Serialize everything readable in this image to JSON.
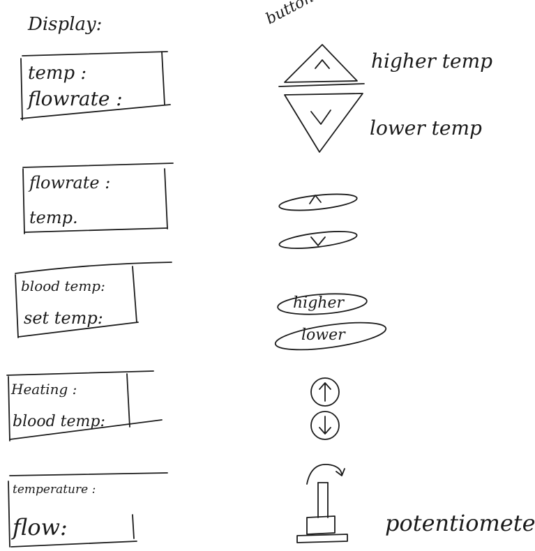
{
  "headings": {
    "display": "Display:",
    "buttons": "buttons:"
  },
  "displays": [
    {
      "line1": "temp :",
      "line2": "flowrate :"
    },
    {
      "line1": "flowrate :",
      "line2": "temp."
    },
    {
      "line1": "blood temp:",
      "line2": "set temp:"
    },
    {
      "line1": "Heating :",
      "line2": "blood temp:"
    },
    {
      "line1": "temperature :",
      "line2": "flow:"
    }
  ],
  "button_sets": [
    {
      "up_label": "higher temp",
      "down_label": "lower temp",
      "up_icon": "caret-up",
      "down_icon": "caret-down"
    },
    {
      "up_icon": "caret-up",
      "down_icon": "caret-down"
    },
    {
      "up_text": "higher",
      "down_text": "lower"
    },
    {
      "up_icon": "arrow-up",
      "down_icon": "arrow-down"
    },
    {
      "label": "potentiometer?"
    }
  ]
}
